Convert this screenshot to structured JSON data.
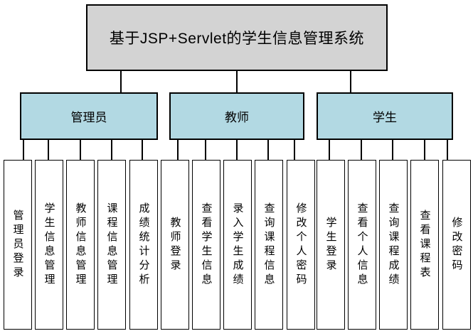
{
  "diagram": {
    "root_label": "基于JSP+Servlet的学生信息管理系统",
    "branches": [
      {
        "label": "管理员",
        "children": [
          {
            "label": "管理员登录"
          },
          {
            "label": "学生信息管理"
          },
          {
            "label": "教师信息管理"
          },
          {
            "label": "课程信息管理"
          },
          {
            "label": "成绩统计分析"
          }
        ]
      },
      {
        "label": "教师",
        "children": [
          {
            "label": "教师登录"
          },
          {
            "label": "查看学生信息"
          },
          {
            "label": "录入学生成绩"
          },
          {
            "label": "查询课程信息"
          },
          {
            "label": "修改个人密码"
          }
        ]
      },
      {
        "label": "学生",
        "children": [
          {
            "label": "学生登录"
          },
          {
            "label": "查看个人信息"
          },
          {
            "label": "查询课程成绩"
          },
          {
            "label": "查看课程表"
          },
          {
            "label": "修改密码"
          }
        ]
      }
    ],
    "colors": {
      "root_fill": "#d3d3d3",
      "branch_fill": "#b2d9e3",
      "leaf_fill": "#ffffff",
      "line": "#000000"
    }
  }
}
